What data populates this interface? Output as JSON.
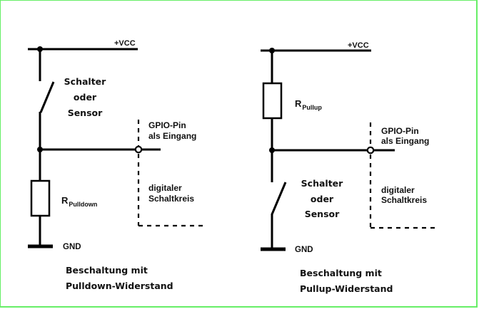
{
  "diagram": {
    "title": "GPIO input wiring with pull-down and pull-up resistors",
    "colors": {
      "border": "#66ee66",
      "line": "#000000",
      "background": "#ffffff"
    },
    "left_circuit": {
      "supply_label": "+VCC",
      "switch_label": [
        "Schalter",
        "oder",
        "Sensor"
      ],
      "pin_label": [
        "GPIO-Pin",
        "als Eingang"
      ],
      "block_label": [
        "digitaler",
        "Schaltkreis"
      ],
      "resistor_label": {
        "main": "R",
        "sub": "Pulldown"
      },
      "ground_label": "GND",
      "caption": [
        "Beschaltung mit",
        "Pulldown-Widerstand"
      ]
    },
    "right_circuit": {
      "supply_label": "+VCC",
      "switch_label": [
        "Schalter",
        "oder",
        "Sensor"
      ],
      "pin_label": [
        "GPIO-Pin",
        "als Eingang"
      ],
      "block_label": [
        "digitaler",
        "Schaltkreis"
      ],
      "resistor_label": {
        "main": "R",
        "sub": "Pullup"
      },
      "ground_label": "GND",
      "caption": [
        "Beschaltung mit",
        "Pullup-Widerstand"
      ]
    }
  }
}
